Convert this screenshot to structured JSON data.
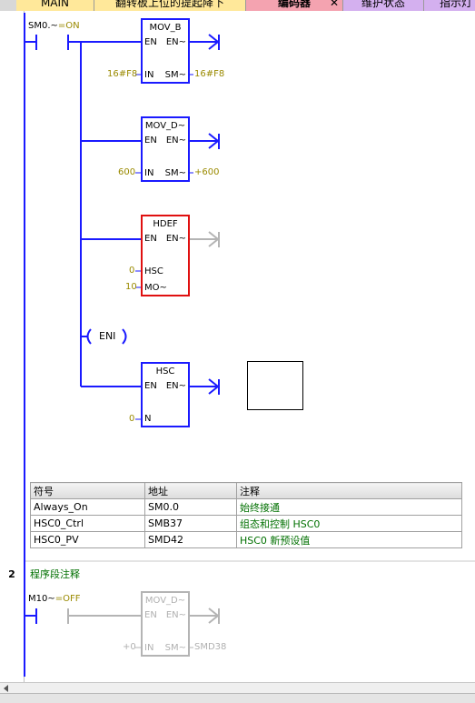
{
  "tabs": [
    {
      "label": "MAIN",
      "bg": "#ffe89a"
    },
    {
      "label": "翻转板上位的提起降下",
      "bg": "#ffe89a"
    },
    {
      "label": "编码器",
      "bg": "#f4a3b0"
    },
    {
      "label": "维护状态",
      "bg": "#d4b0ef"
    },
    {
      "label": "指示灯",
      "bg": "#d4b0ef"
    }
  ],
  "tab_close": "✕",
  "network1": {
    "contact_name": "SM0.~",
    "contact_state": "=ON",
    "blocks": [
      {
        "title": "MOV_B",
        "pins_left": [
          "EN",
          "IN"
        ],
        "pins_right": [
          "EN~",
          "SM~"
        ],
        "in_value": "16#F8",
        "out_value": "16#F8"
      },
      {
        "title": "MOV_D~",
        "pins_left": [
          "EN",
          "IN"
        ],
        "pins_right": [
          "EN~",
          "SM~"
        ],
        "in_value": "600",
        "out_value": "+600"
      },
      {
        "title": "HDEF",
        "pins_left": [
          "EN",
          "HSC",
          "MO~"
        ],
        "pins_right": [
          "EN~"
        ],
        "hsc_value": "0",
        "mode_value": "10"
      },
      {
        "title": "HSC",
        "pins_left": [
          "EN",
          "N"
        ],
        "pins_right": [
          "EN~"
        ],
        "n_value": "0"
      }
    ],
    "eni_label": "ENI"
  },
  "symbol_table": {
    "headers": [
      "符号",
      "地址",
      "注释"
    ],
    "rows": [
      {
        "symbol": "Always_On",
        "address": "SM0.0",
        "comment": "始终接通"
      },
      {
        "symbol": "HSC0_Ctrl",
        "address": "SMB37",
        "comment": "组态和控制 HSC0"
      },
      {
        "symbol": "HSC0_PV",
        "address": "SMD42",
        "comment": "HSC0 新预设值"
      }
    ]
  },
  "network2": {
    "number": "2",
    "comment": "程序段注释",
    "contact_name": "M10~",
    "contact_state": "=OFF",
    "block": {
      "title": "MOV_D~",
      "pins_left": [
        "EN",
        "IN"
      ],
      "pins_right": [
        "EN~",
        "SM~"
      ],
      "in_value": "+0",
      "out_value": "SMD38"
    }
  },
  "colors": {
    "wire": "#1a1aff",
    "error": "#e01010",
    "inactive": "#b4b4b4",
    "comment": "#007000",
    "value": "#9a8a00"
  }
}
